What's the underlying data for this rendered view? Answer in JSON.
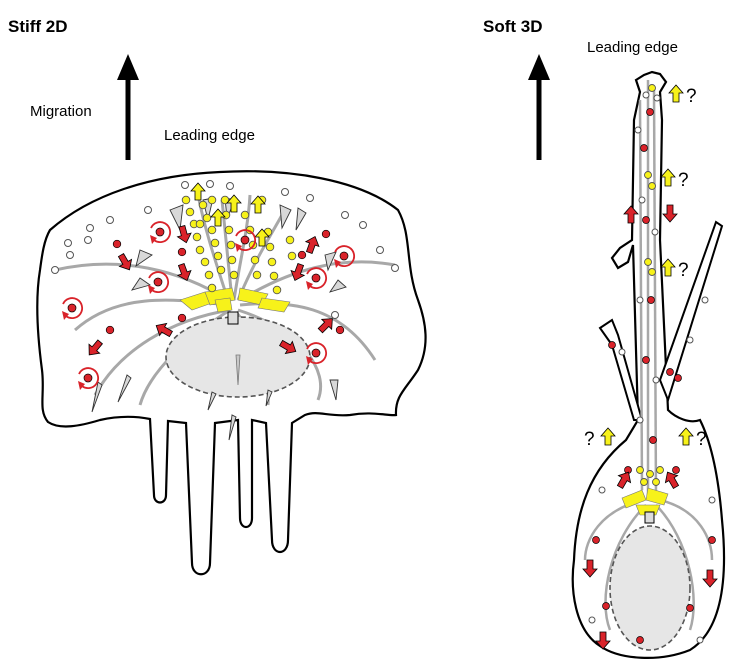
{
  "panels": {
    "left": {
      "title": "Stiff 2D",
      "migration_label": "Migration",
      "leading_edge_label": "Leading edge"
    },
    "right": {
      "title": "Soft 3D",
      "leading_edge_label": "Leading edge",
      "question_mark": "?"
    }
  },
  "colors": {
    "cell_fill": "#ffffff",
    "cell_outline": "#000000",
    "nucleus_fill": "#e6e6e6",
    "fiber": "#a8a8a8",
    "vesicle_red": "#d9232a",
    "vesicle_yellow": "#f7f21a",
    "vesicle_white": "#ffffff",
    "arrow_red": "#d9232a",
    "arrow_yellow": "#f7f21a"
  },
  "icons": [
    "migration-arrow-icon",
    "red-arrow-icon",
    "yellow-arrow-icon",
    "cycle-arrow-icon"
  ]
}
